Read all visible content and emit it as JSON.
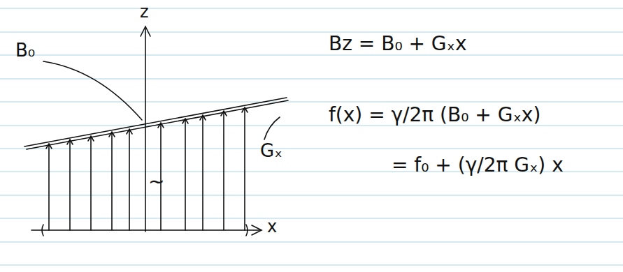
{
  "diagram": {
    "labels": [
      "z",
      "B₀",
      "Gₓ",
      "x",
      "~",
      "Bz = B₀ + Gₓx",
      "f(x) = γ/2π (B₀ + Gₓx)",
      "= f₀ + (γ/2π Gₓ) x"
    ]
  }
}
